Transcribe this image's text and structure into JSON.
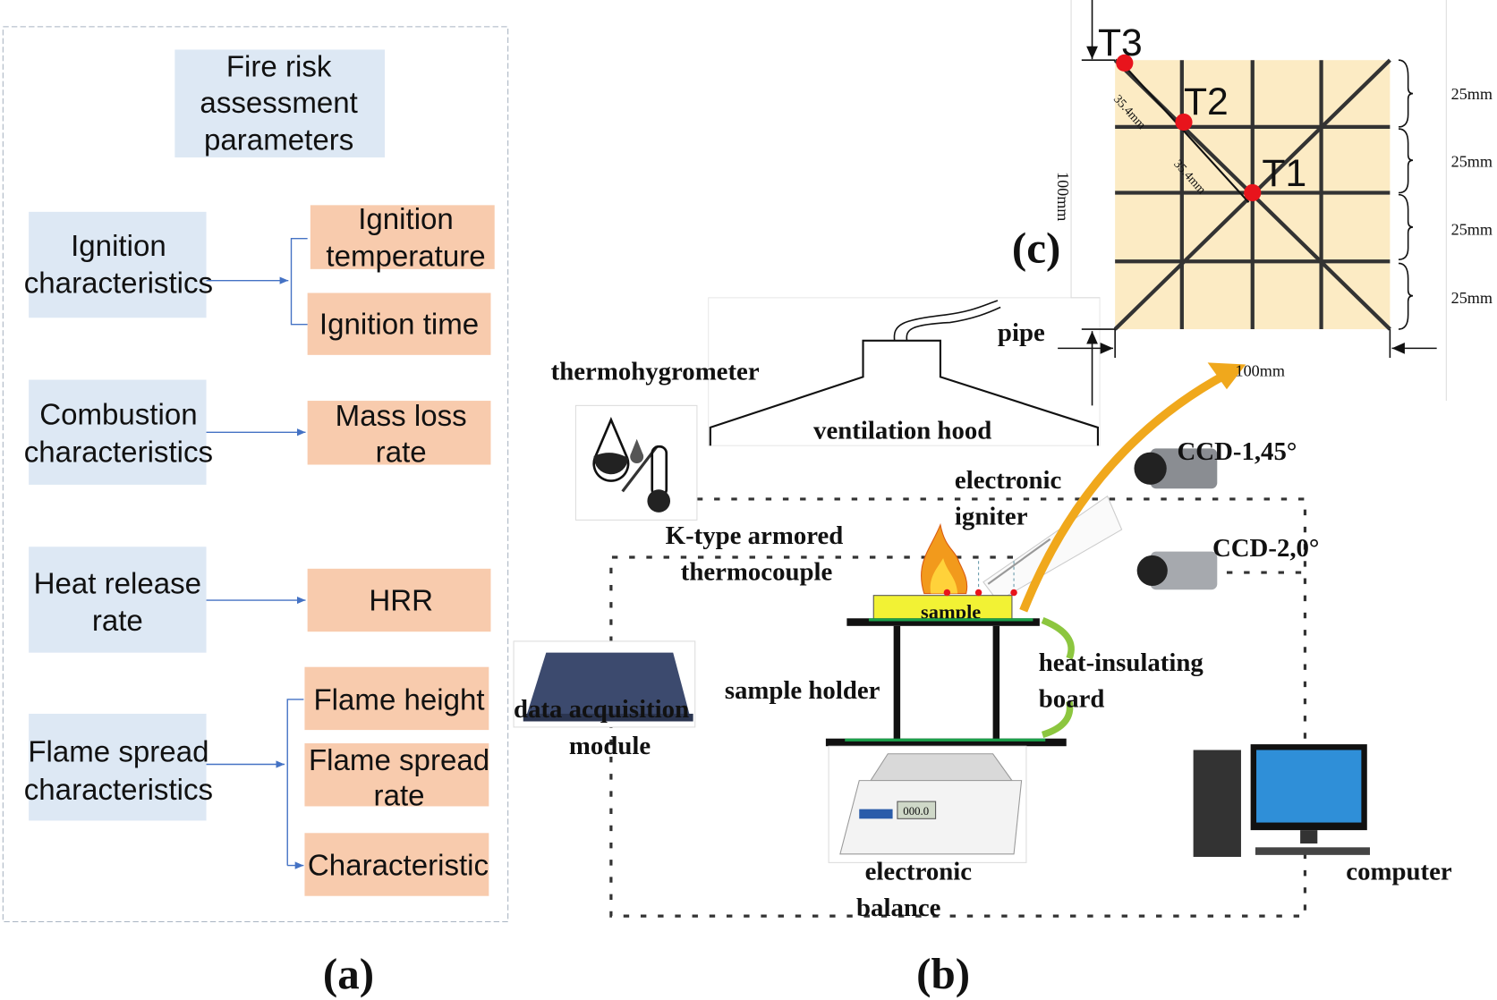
{
  "panel_a": {
    "title_lines": [
      "Fire risk",
      "assessment",
      "parameters"
    ],
    "categories": [
      {
        "lines": [
          "Ignition",
          "characteristics"
        ],
        "children": [
          [
            "Ignition",
            "temperature"
          ],
          [
            "Ignition time"
          ]
        ]
      },
      {
        "lines": [
          "Combustion",
          "characteristics"
        ],
        "children": [
          [
            "Mass loss",
            "rate"
          ]
        ]
      },
      {
        "lines": [
          "Heat release",
          "rate"
        ],
        "children": [
          [
            "HRR"
          ]
        ]
      },
      {
        "lines": [
          "Flame spread",
          "characteristics"
        ],
        "children": [
          [
            "Flame height"
          ],
          [
            "Flame spread",
            "rate"
          ],
          [
            "Characteristic"
          ]
        ]
      }
    ],
    "label": "(a)"
  },
  "panel_b": {
    "label": "(b)",
    "thermohygrometer": "thermohygrometer",
    "ventilation_hood": "ventilation hood",
    "pipe": "pipe",
    "electronic_igniter": [
      "electronic",
      "igniter"
    ],
    "thermocouple": [
      "K-type armored",
      "thermocouple"
    ],
    "sample": "sample",
    "sample_holder": "sample holder",
    "data_acquisition": [
      "data acquisition",
      "module"
    ],
    "heat_insulating": [
      "heat-insulating",
      "board"
    ],
    "electronic_balance": [
      "electronic",
      "balance"
    ],
    "balance_display": "000.0",
    "ccd1": "CCD-1,45°",
    "ccd2": "CCD-2,0°",
    "computer": "computer"
  },
  "panel_c": {
    "label": "(c)",
    "points": [
      "T1",
      "T2",
      "T3"
    ],
    "diag_dims": [
      "35.4mm",
      "35.4mm"
    ],
    "row_dims": [
      "25mm",
      "25mm",
      "25mm",
      "25mm"
    ],
    "height_dim": "100mm",
    "width_dim": "100mm"
  },
  "colors": {
    "blue_box": "#dde8f4",
    "orange_box": "#f8cbad",
    "grid_fill": "#fcebc4",
    "arrow": "#f0a81c",
    "sensor": "#e8141c"
  }
}
